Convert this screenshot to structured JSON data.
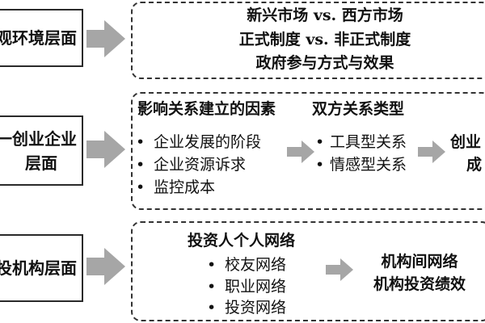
{
  "levels": [
    {
      "left_label_lines": [
        "观环境层面"
      ],
      "right_lines": [
        "新兴市场 vs. 西方市场",
        "正式制度 vs. 非正式制度",
        "政府参与方式与效果"
      ]
    },
    {
      "left_label_lines": [
        "一创业企业",
        "层面"
      ],
      "factors_title": "影响关系建立的因素",
      "factors": [
        "企业发展的阶段",
        "企业资源诉求",
        "监控成本"
      ],
      "types_title": "双方关系类型",
      "types": [
        "工具型关系",
        "情感型关系"
      ],
      "outcome_lines": [
        "创业",
        "成"
      ]
    },
    {
      "left_label_lines": [
        "投机构层面"
      ],
      "network_title": "投资人个人网络",
      "networks": [
        "校友网络",
        "职业网络",
        "投资网络"
      ],
      "outcome_lines": [
        "机构间网络",
        "机构投资绩效"
      ]
    }
  ],
  "bullet_symbol": "•",
  "colors": {
    "box_border": "#2a2a2a",
    "arrow_fill": "#a6a6a6",
    "dash_border": "#333333",
    "text": "#111111"
  }
}
